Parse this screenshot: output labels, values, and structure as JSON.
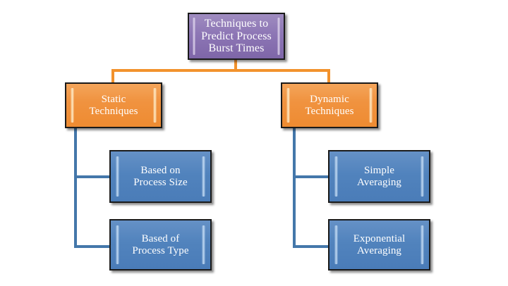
{
  "diagram": {
    "title_text": "Techniques to Predict Process Burst Times",
    "type": "tree-hierarchy",
    "background_color": "#ffffff",
    "colors": {
      "root_fill": "#8d76b5",
      "branch_fill": "#f09340",
      "leaf_fill": "#5183bd",
      "connector_orange": "#F2922D",
      "connector_blue": "#4477AA",
      "border": "#1a1a1a",
      "text": "#ffffff"
    },
    "root": {
      "label": "Techniques to Predict Process Burst Times",
      "line1": "Techniques to",
      "line2": "Predict Process",
      "line3": "Burst Times"
    },
    "branches": [
      {
        "label": "Static Techniques",
        "line1": "Static",
        "line2": "Techniques",
        "children": [
          {
            "label": "Based on Process Size",
            "line1": "Based on",
            "line2": "Process Size"
          },
          {
            "label": "Based of Process Type",
            "line1": "Based of",
            "line2": "Process Type"
          }
        ]
      },
      {
        "label": "Dynamic Techniques",
        "line1": "Dynamic",
        "line2": "Techniques",
        "children": [
          {
            "label": "Simple Averaging",
            "line1": "Simple",
            "line2": "Averaging"
          },
          {
            "label": "Exponential Averaging",
            "line1": "Exponential",
            "line2": "Averaging"
          }
        ]
      }
    ]
  }
}
